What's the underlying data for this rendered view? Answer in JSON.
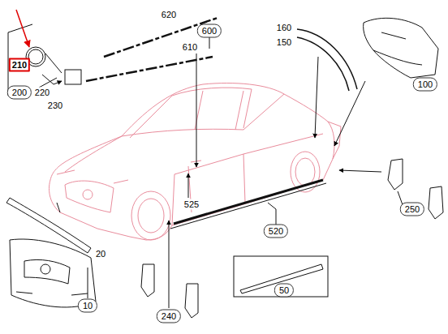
{
  "diagram": {
    "nodes": [
      {
        "text": [
          "600"
        ]
      },
      {
        "text": [
          "210"
        ]
      },
      {
        "text": [
          "200"
        ]
      },
      {
        "text": [
          "100"
        ]
      },
      {
        "text": [
          "520"
        ]
      },
      {
        "text": [
          "250"
        ]
      },
      {
        "text": [
          "10"
        ]
      },
      {
        "text": [
          "240"
        ]
      },
      {
        "text": [
          "50"
        ]
      }
    ],
    "labels": [
      "620",
      "610",
      "160",
      "150",
      "220",
      "230",
      "525",
      "20"
    ]
  }
}
